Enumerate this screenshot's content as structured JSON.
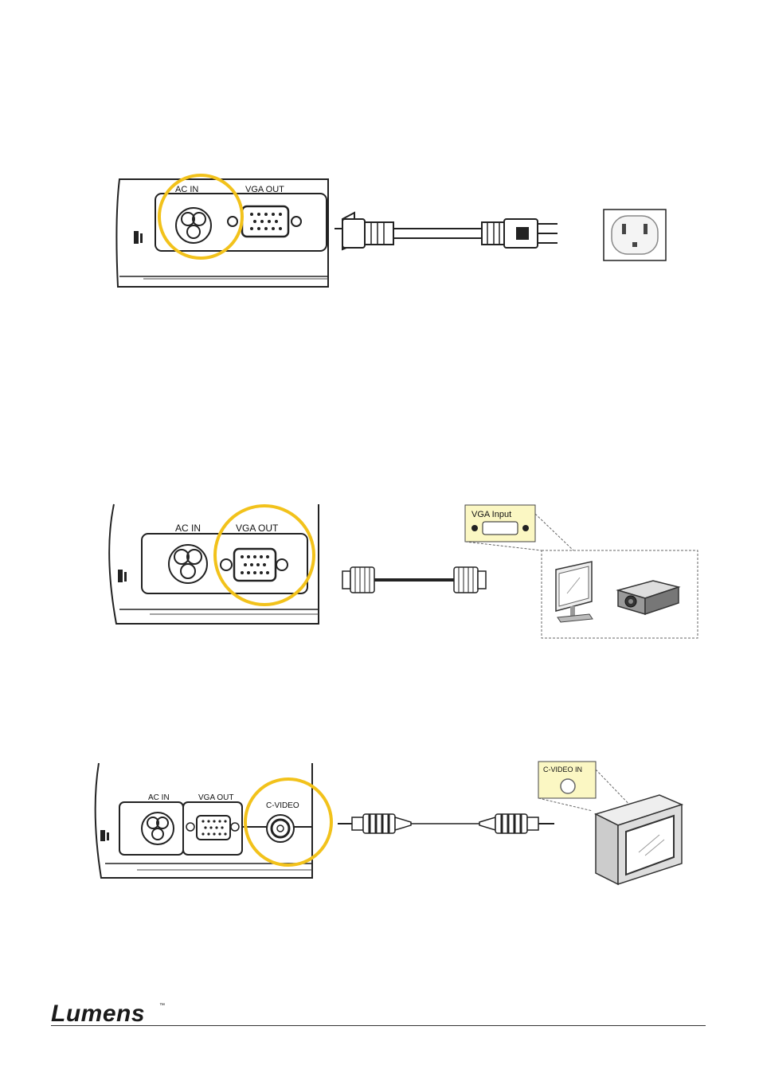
{
  "figure1": {
    "port_ac": "AC IN",
    "port_vga": "VGA OUT"
  },
  "figure2": {
    "port_ac": "AC IN",
    "port_vga": "VGA OUT",
    "callout": "VGA Input"
  },
  "figure3": {
    "port_ac": "AC IN",
    "port_vga": "VGA OUT",
    "port_cvideo": "C-VIDEO",
    "callout": "C-VIDEO IN"
  },
  "footer": {
    "brand": "Lumens",
    "tm": "™"
  },
  "colors": {
    "highlight": "#f2c21b",
    "callout_bg": "#fbf7c3"
  }
}
